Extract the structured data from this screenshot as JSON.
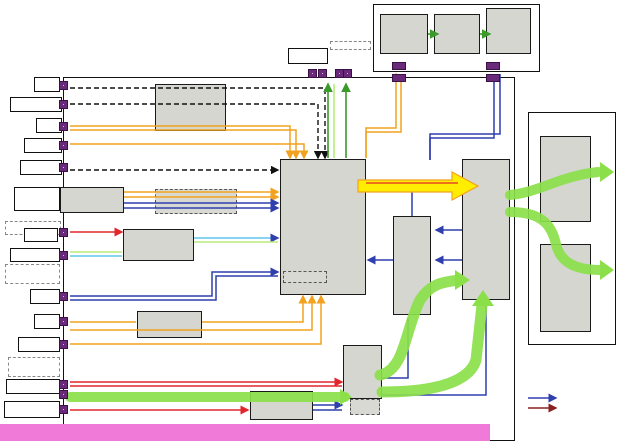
{
  "colors": {
    "orange": "#f2a21e",
    "blue": "#2f3fae",
    "red": "#e2262b",
    "green": "#7fd63a",
    "light_green": "#b8ec7a",
    "cyan": "#5ec9ee",
    "yellow": "#ffee00",
    "dark_red": "#8a2020",
    "port_purple": "#6a2a7a",
    "block_gray": "#d6d6d1",
    "highlight_pink": "#f07ad8"
  },
  "diagram": {
    "node_count": 17,
    "port_count": 20,
    "legend_swatches": [
      "blue",
      "dark_red"
    ]
  }
}
